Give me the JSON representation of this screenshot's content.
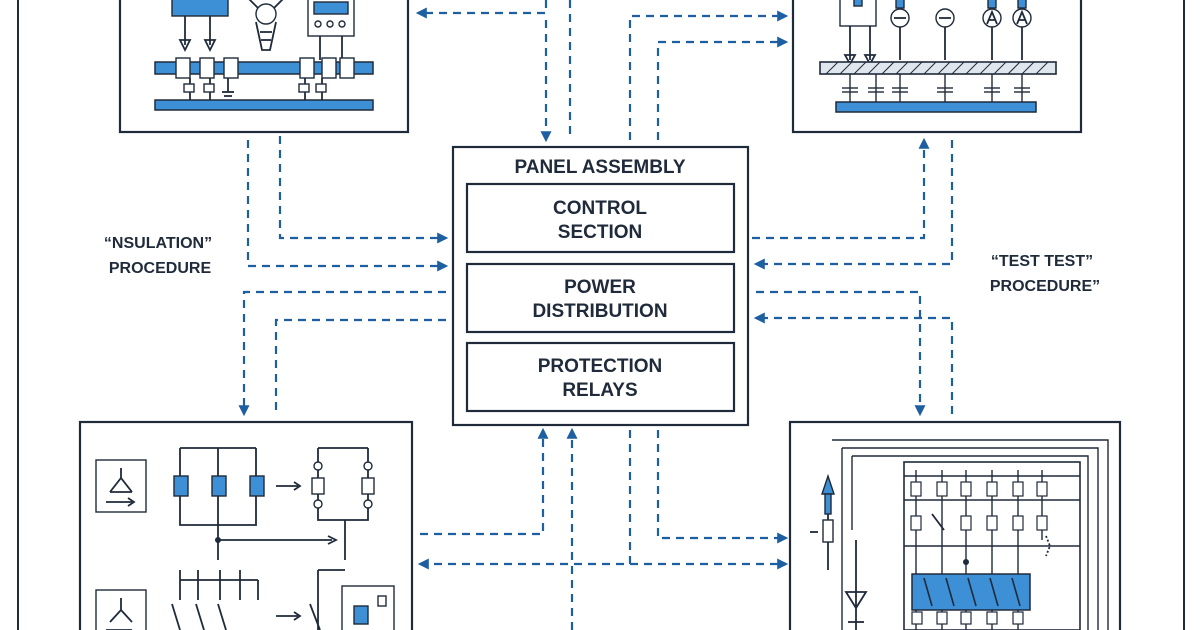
{
  "panel": {
    "title": "PANEL ASSEMBLY",
    "sections": [
      {
        "line1": "CONTROL",
        "line2": "SECTION"
      },
      {
        "line1": "POWER",
        "line2": "DISTRIBUTION"
      },
      {
        "line1": "PROTECTION",
        "line2": "RELAYS"
      }
    ]
  },
  "labels": {
    "insulation_line1": "“NSULATION”",
    "insulation_line2": "PROCEDURE",
    "test_line1": "“TEST TEST”",
    "test_line2": "PROCEDURE”"
  },
  "colors": {
    "line": "#1f2a3a",
    "accent": "#3d8fd6",
    "arrow": "#1d5fa0",
    "background": "#ffffff"
  }
}
